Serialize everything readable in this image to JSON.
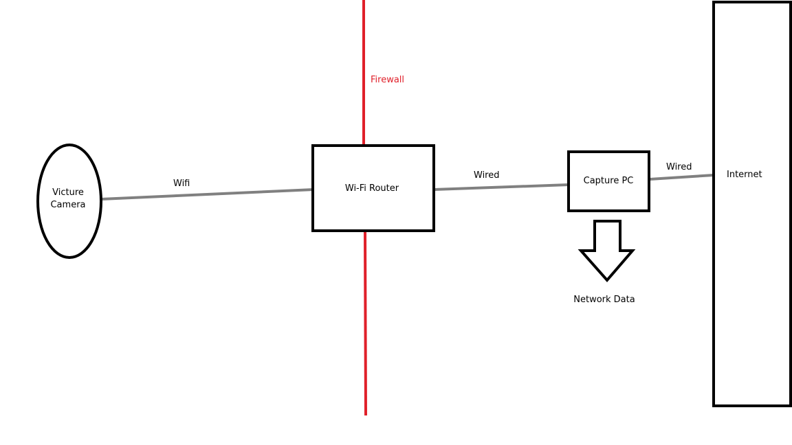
{
  "colors": {
    "background": "#ffffff",
    "outline": "#000000",
    "firewall": "#e0202a",
    "link": "#808080"
  },
  "nodes": {
    "camera": {
      "line1": "Victure",
      "line2": "Camera"
    },
    "router": {
      "label": "Wi-Fi Router"
    },
    "capture_pc": {
      "label": "Capture PC"
    },
    "internet": {
      "label": "Internet"
    }
  },
  "links": {
    "camera_router": {
      "label": "Wifi"
    },
    "router_pc": {
      "label": "Wired"
    },
    "pc_internet": {
      "label": "Wired"
    }
  },
  "firewall": {
    "label": "Firewall"
  },
  "output": {
    "label": "Network Data"
  }
}
